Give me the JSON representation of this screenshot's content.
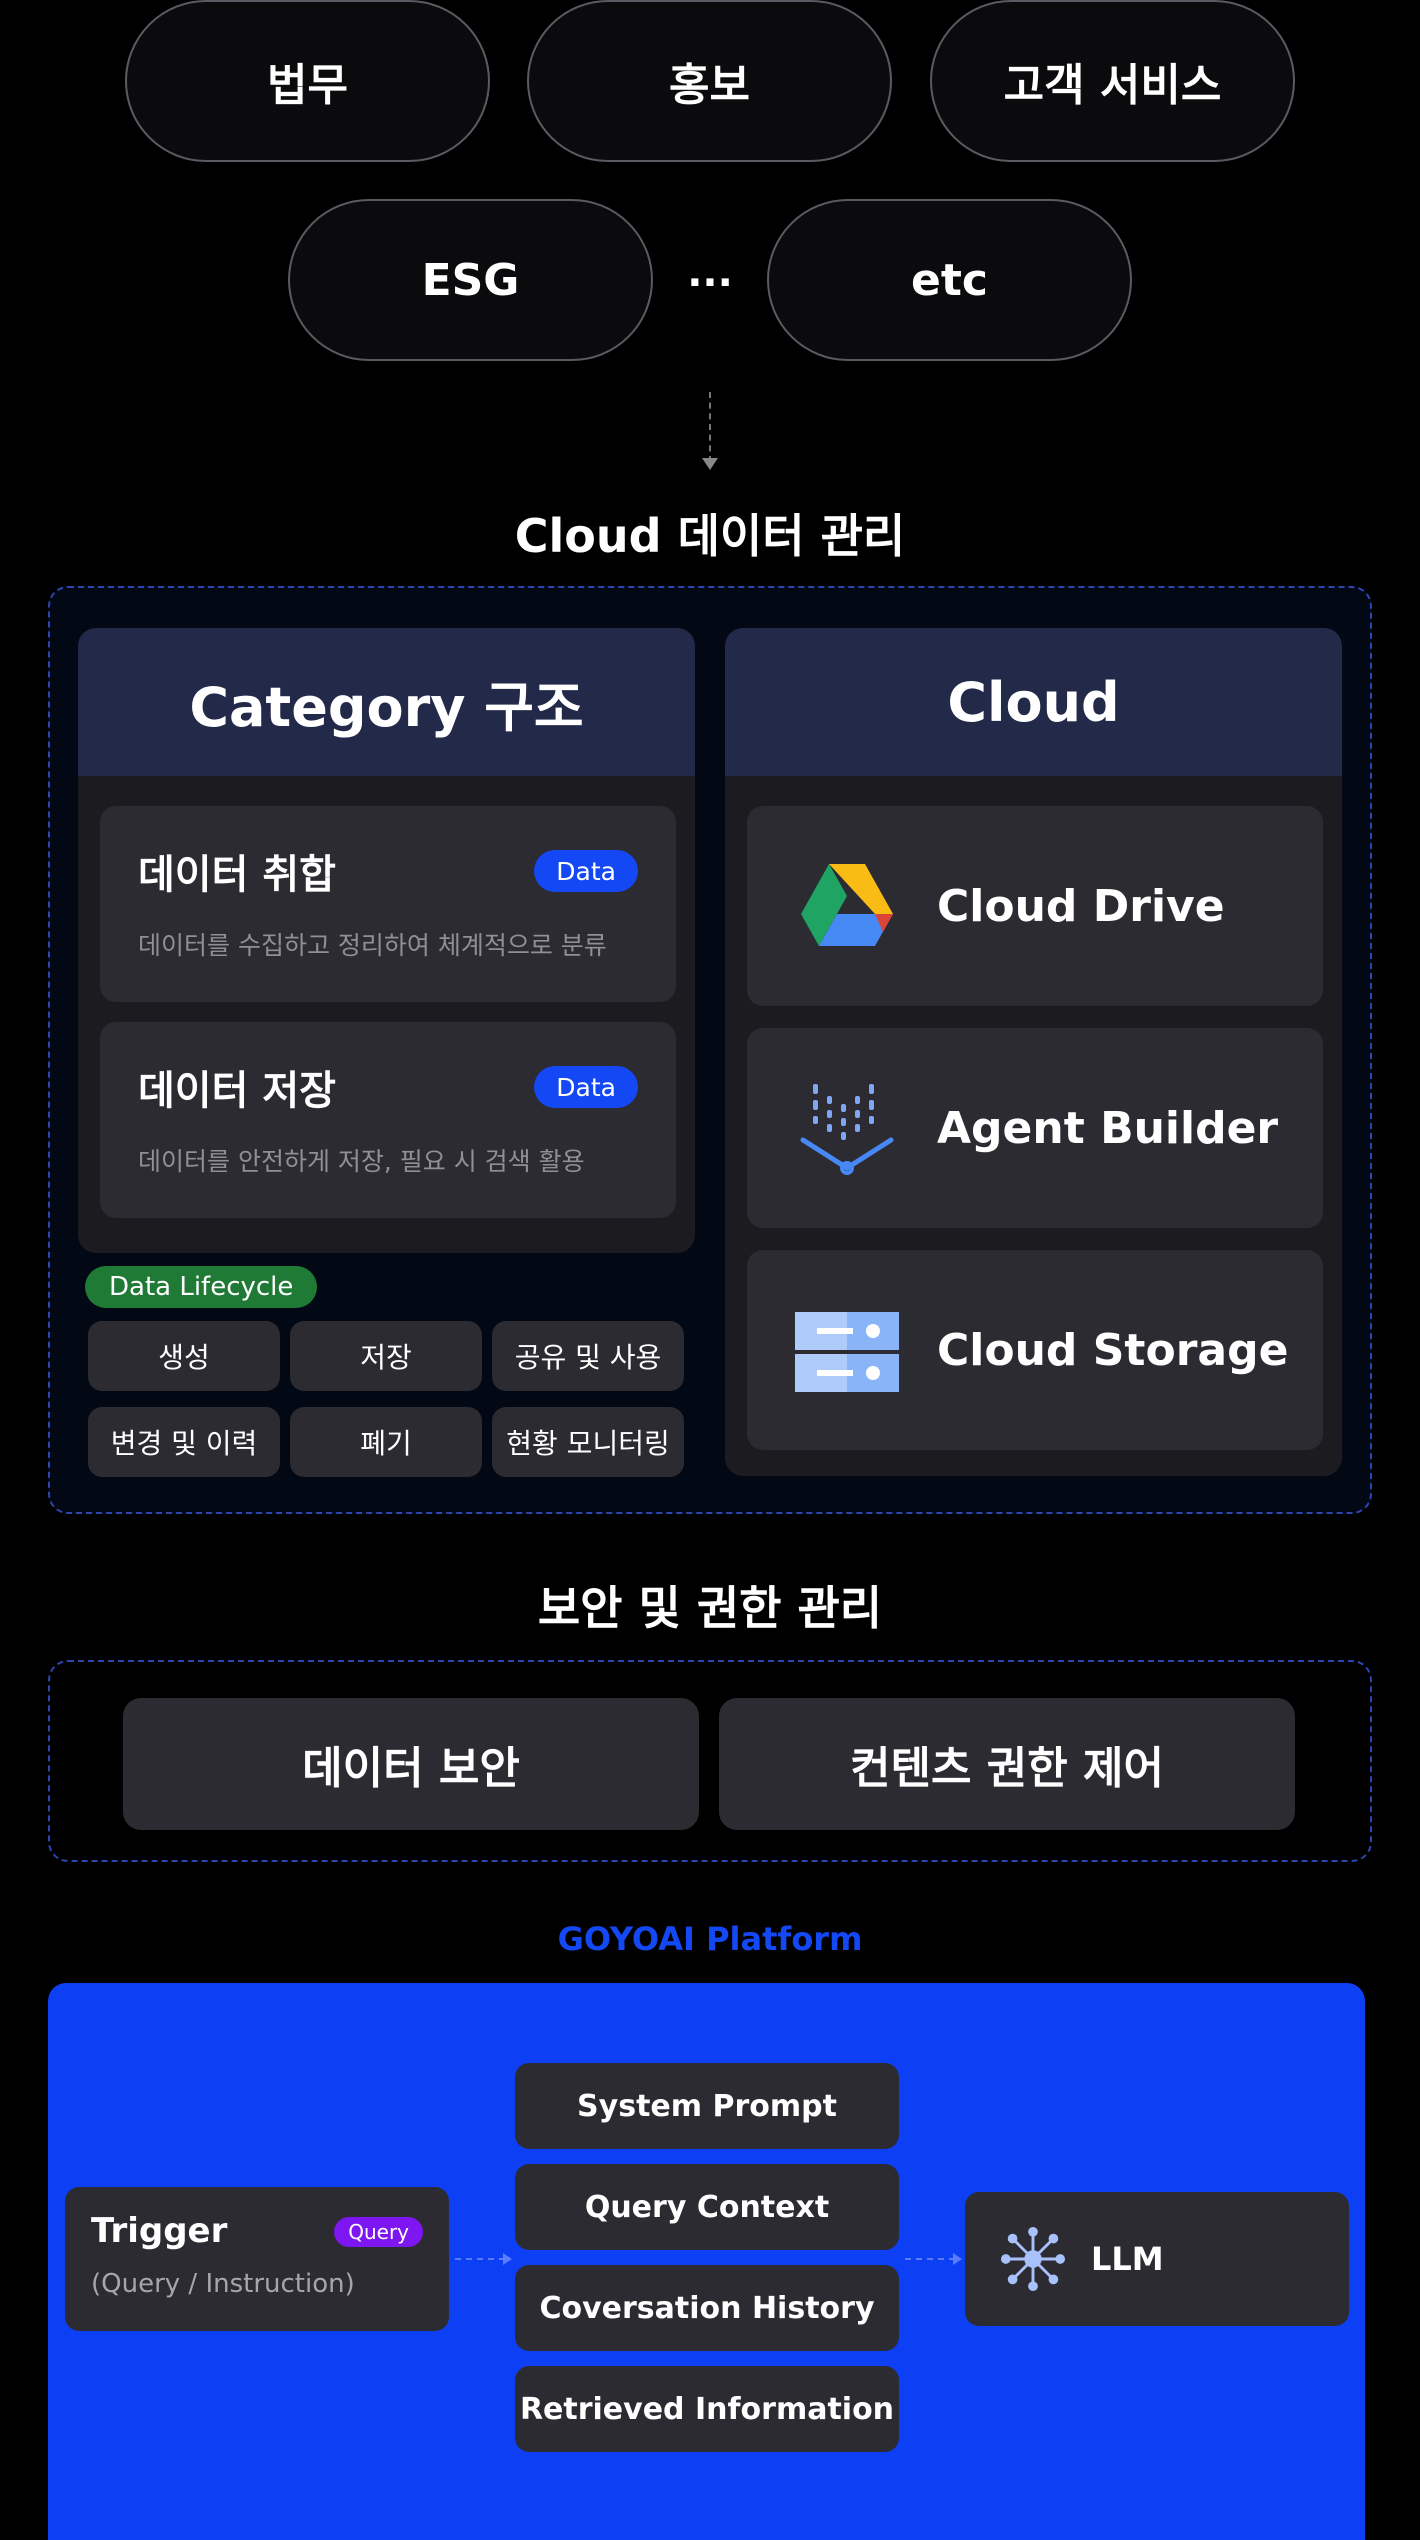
{
  "departments": {
    "row1": [
      "법무",
      "홍보",
      "고객 서비스"
    ],
    "row2": [
      "ESG",
      "etc"
    ],
    "ellipsis": "..."
  },
  "cloud_section": {
    "title": "Cloud 데이터 관리",
    "category_panel": {
      "title": "Category 구조",
      "cards": [
        {
          "title": "데이터 취합",
          "badge": "Data",
          "desc": "데이터를 수집하고 정리하여 체계적으로 분류"
        },
        {
          "title": "데이터 저장",
          "badge": "Data",
          "desc": "데이터를 안전하게 저장, 필요 시 검색  활용"
        }
      ]
    },
    "lifecycle": {
      "badge": "Data Lifecycle",
      "items": [
        "생성",
        "저장",
        "공유 및 사용",
        "변경 및 이력",
        "폐기",
        "현황 모니터링"
      ]
    },
    "cloud_panel": {
      "title": "Cloud",
      "items": [
        {
          "label": "Cloud Drive",
          "icon": "google-drive-icon"
        },
        {
          "label": "Agent Builder",
          "icon": "agent-builder-icon"
        },
        {
          "label": "Cloud Storage",
          "icon": "cloud-storage-icon"
        }
      ]
    }
  },
  "security_section": {
    "title": "보안 및 권한 관리",
    "items": [
      "데이터 보안",
      "컨텐츠 권한 제어"
    ]
  },
  "platform": {
    "title": "GOYOAI Platform",
    "trigger": {
      "title": "Trigger",
      "subtitle": "(Query / Instruction)",
      "badge": "Query"
    },
    "context_items": [
      "System Prompt",
      "Query Context",
      "Coversation History",
      "Retrieved Information"
    ],
    "llm": {
      "label": "LLM",
      "icon": "network-nodes-icon"
    }
  },
  "colors": {
    "accent_blue": "#1448f5",
    "platform_bg": "#0d3ff5",
    "lifecycle_green": "#1f7a36",
    "query_purple": "#7d16f0",
    "panel_header": "#232948"
  }
}
